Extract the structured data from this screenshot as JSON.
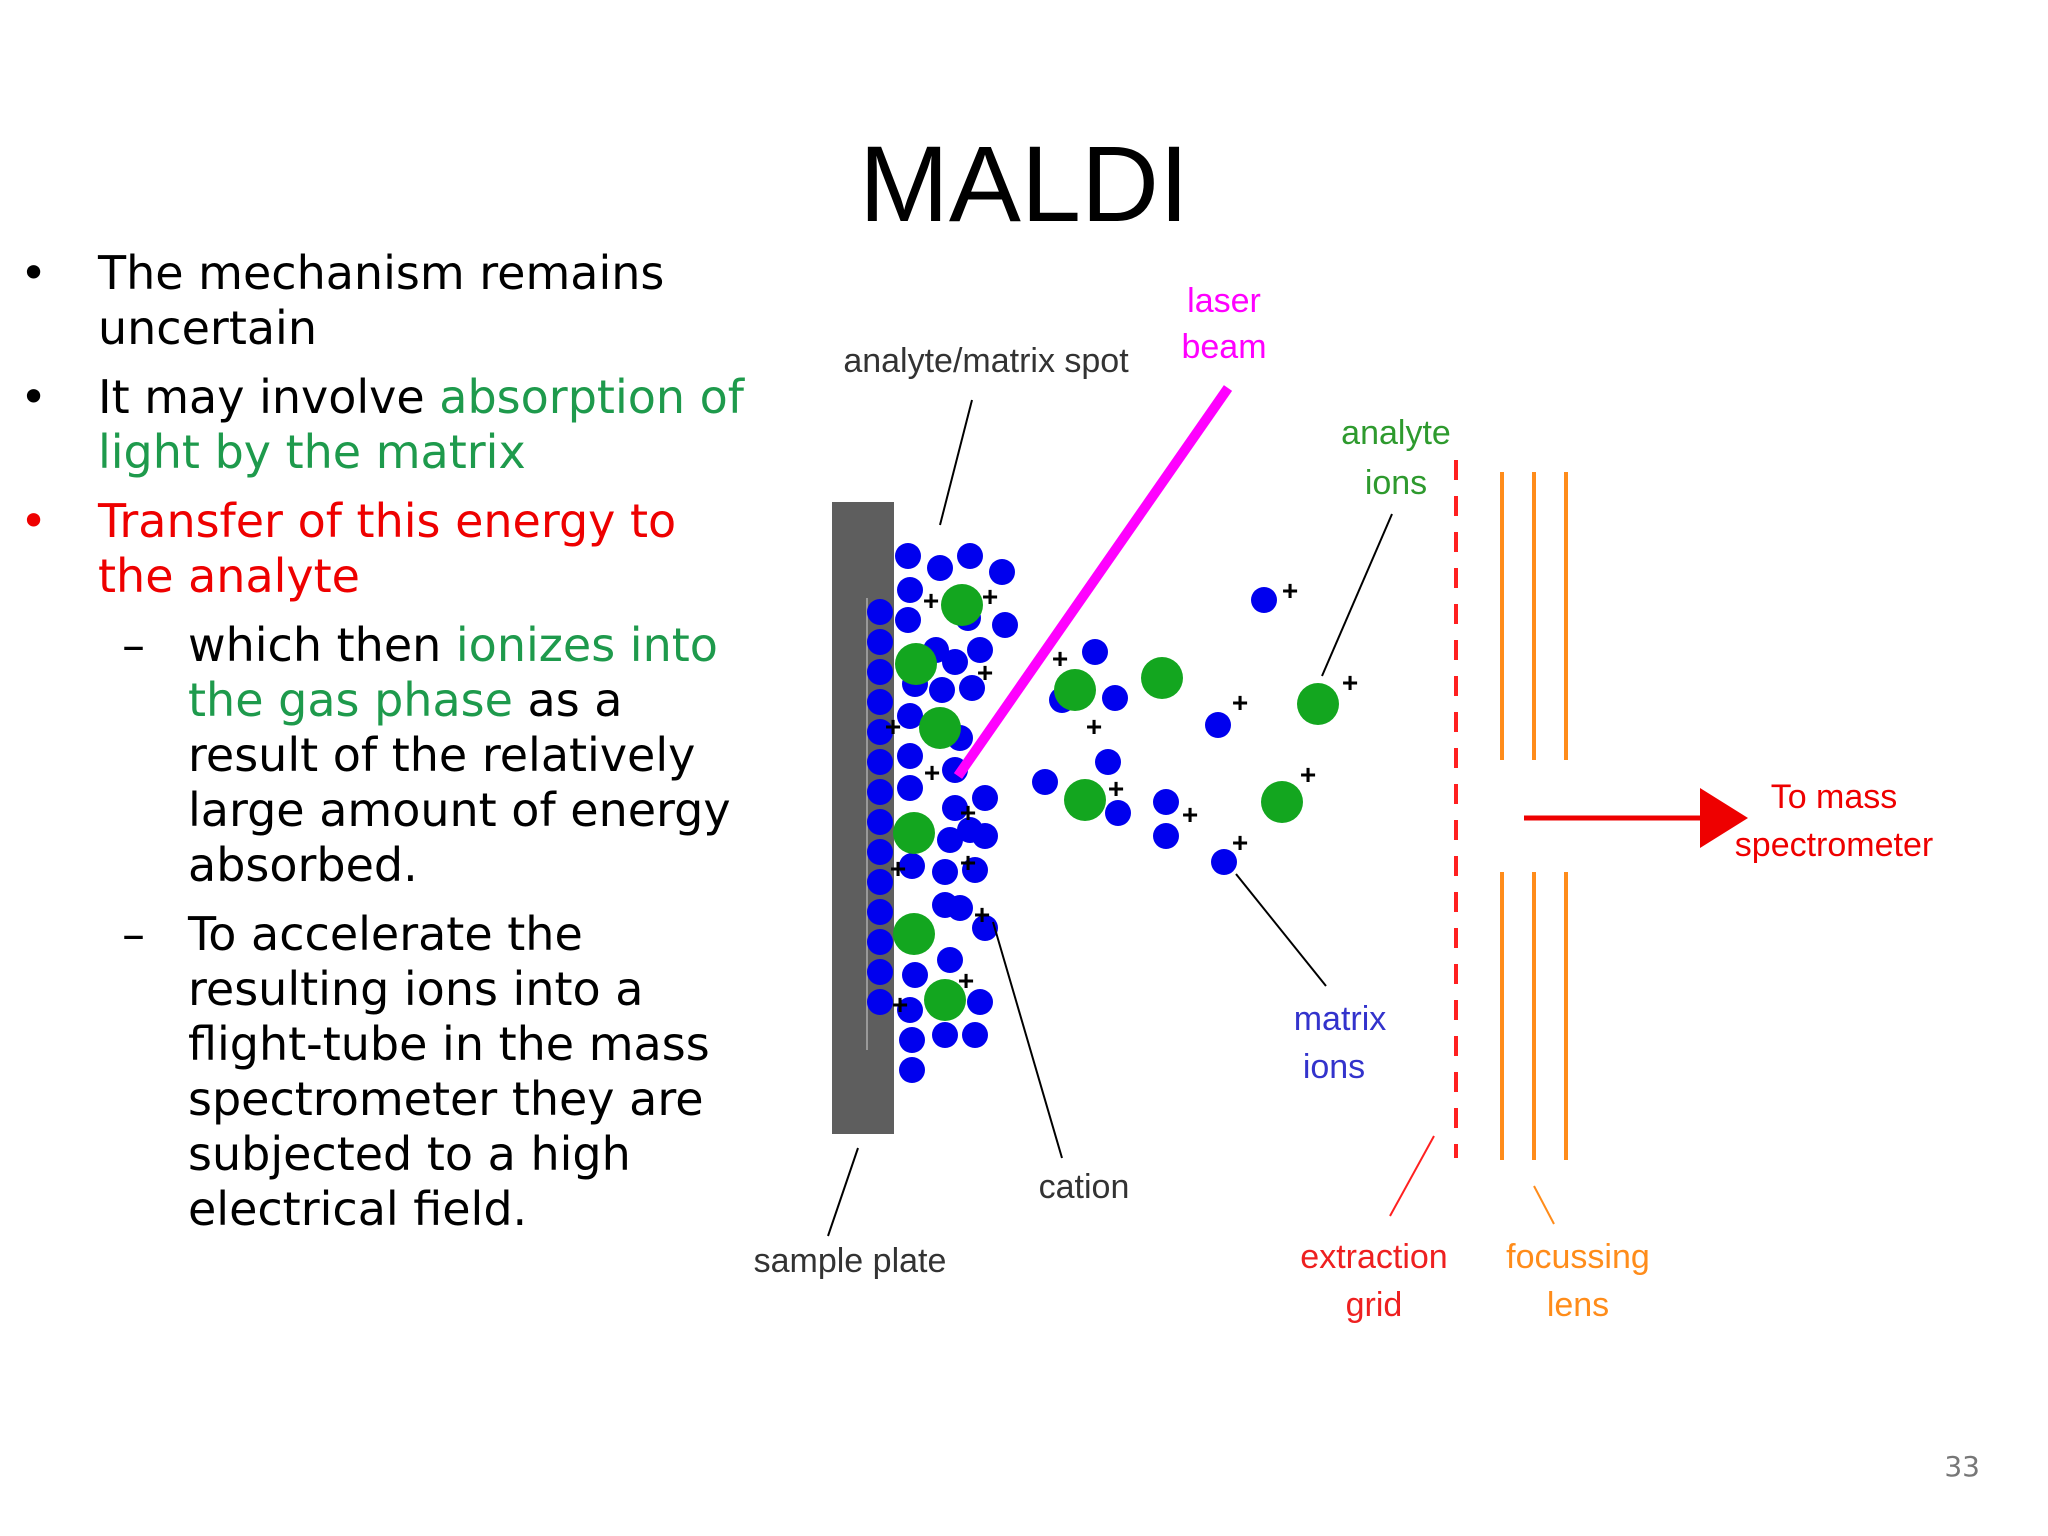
{
  "slide": {
    "title": "MALDI",
    "page_number": "33"
  },
  "bullets": {
    "b1": "The mechanism remains uncertain",
    "b2_pre": "It may involve ",
    "b2_green": "absorption of light by the matrix",
    "b3": "Transfer of this energy to the analyte",
    "s1_pre": "which then ",
    "s1_green": "ionizes into the gas phase",
    "s1_post": " as a result of the relatively large amount of energy absorbed.",
    "s2": "To accelerate the resulting ions into a flight-tube in the mass spectrometer they are subjected to a high electrical field."
  },
  "diagram": {
    "labels": {
      "analyte_matrix_spot": "analyte/matrix spot",
      "laser_beam_1": "laser",
      "laser_beam_2": "beam",
      "analyte_ions_1": "analyte",
      "analyte_ions_2": "ions",
      "to_mass_1": "To mass",
      "to_mass_2": "spectrometer",
      "matrix_ions_1": "matrix",
      "matrix_ions_2": "ions",
      "cation": "cation",
      "sample_plate": "sample plate",
      "extraction_grid_1": "extraction",
      "extraction_grid_2": "grid",
      "focussing_lens_1": "focussing",
      "focussing_lens_2": "lens"
    },
    "colors": {
      "matrix": "#0000ee",
      "analyte": "#13a61f",
      "laser": "#ff00ff",
      "grid": "#ff2020",
      "lens": "#ff8c1a",
      "plate": "#5e5e5e",
      "arrow": "#ee0000",
      "matrix_label": "#3333cc",
      "analyte_label": "#2e9a2e"
    }
  }
}
